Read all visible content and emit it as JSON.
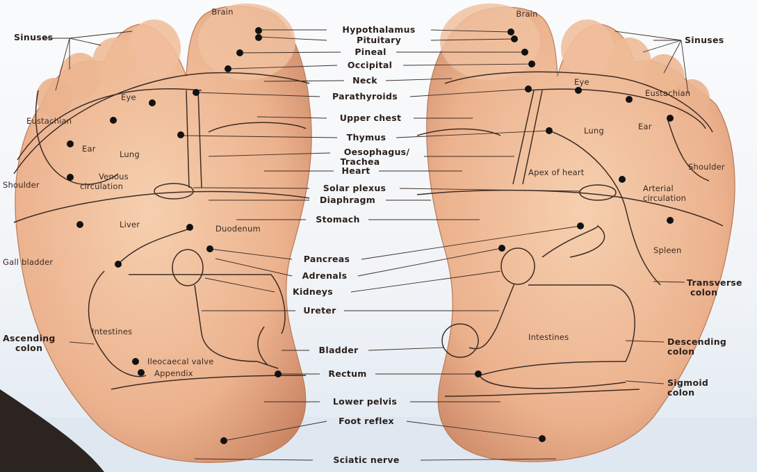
{
  "palette": {
    "skin_light": "#f3c9a6",
    "skin_mid": "#e7a985",
    "skin_dark": "#c98462",
    "line": "#3b2b24",
    "dot": "#111111",
    "floor": "#dce6f0"
  },
  "left_foot": {
    "toe_labels": {
      "brain": "Brain",
      "sinuses": "Sinuses",
      "eye": "Eye",
      "eustachian": "Eustachian",
      "ear": "Ear"
    },
    "zone_labels": {
      "lung": "Lung",
      "shoulder": "Shoulder",
      "venous_1": "Venous",
      "venous_2": "circulation",
      "liver": "Liver",
      "duodenum": "Duodenum",
      "gall_bladder": "Gall bladder",
      "intestines": "Intestines",
      "ascending_1": "Ascending",
      "ascending_2": "colon",
      "ileocaecal": "Ileocaecal valve",
      "appendix": "Appendix"
    }
  },
  "right_foot": {
    "toe_labels": {
      "brain": "Brain",
      "sinuses": "Sinuses",
      "eye": "Eye",
      "eustachian": "Eustachian",
      "ear": "Ear"
    },
    "zone_labels": {
      "lung": "Lung",
      "shoulder": "Shoulder",
      "apex": "Apex of heart",
      "arterial_1": "Arterial",
      "arterial_2": "circulation",
      "spleen": "Spleen",
      "transverse_1": "Transverse",
      "transverse_2": "colon",
      "intestines": "Intestines",
      "descending_1": "Descending",
      "descending_2": "colon",
      "sigmoid_1": "Sigmoid",
      "sigmoid_2": "colon"
    }
  },
  "center_labels": {
    "hypothalamus": "Hypothalamus",
    "pituitary": "Pituitary",
    "pineal": "Pineal",
    "occipital": "Occipital",
    "neck": "Neck",
    "parathyroids": "Parathyroids",
    "upper_chest": "Upper chest",
    "thymus": "Thymus",
    "oesophagus": "Oesophagus/",
    "trachea": "Trachea",
    "heart": "Heart",
    "solar_plexus": "Solar plexus",
    "diaphragm": "Diaphragm",
    "stomach": "Stomach",
    "pancreas": "Pancreas",
    "adrenals": "Adrenals",
    "kidneys": "Kidneys",
    "ureter": "Ureter",
    "bladder": "Bladder",
    "rectum": "Rectum",
    "lower_pelvis": "Lower pelvis",
    "foot_reflex": "Foot reflex",
    "sciatic_nerve": "Sciatic nerve"
  }
}
